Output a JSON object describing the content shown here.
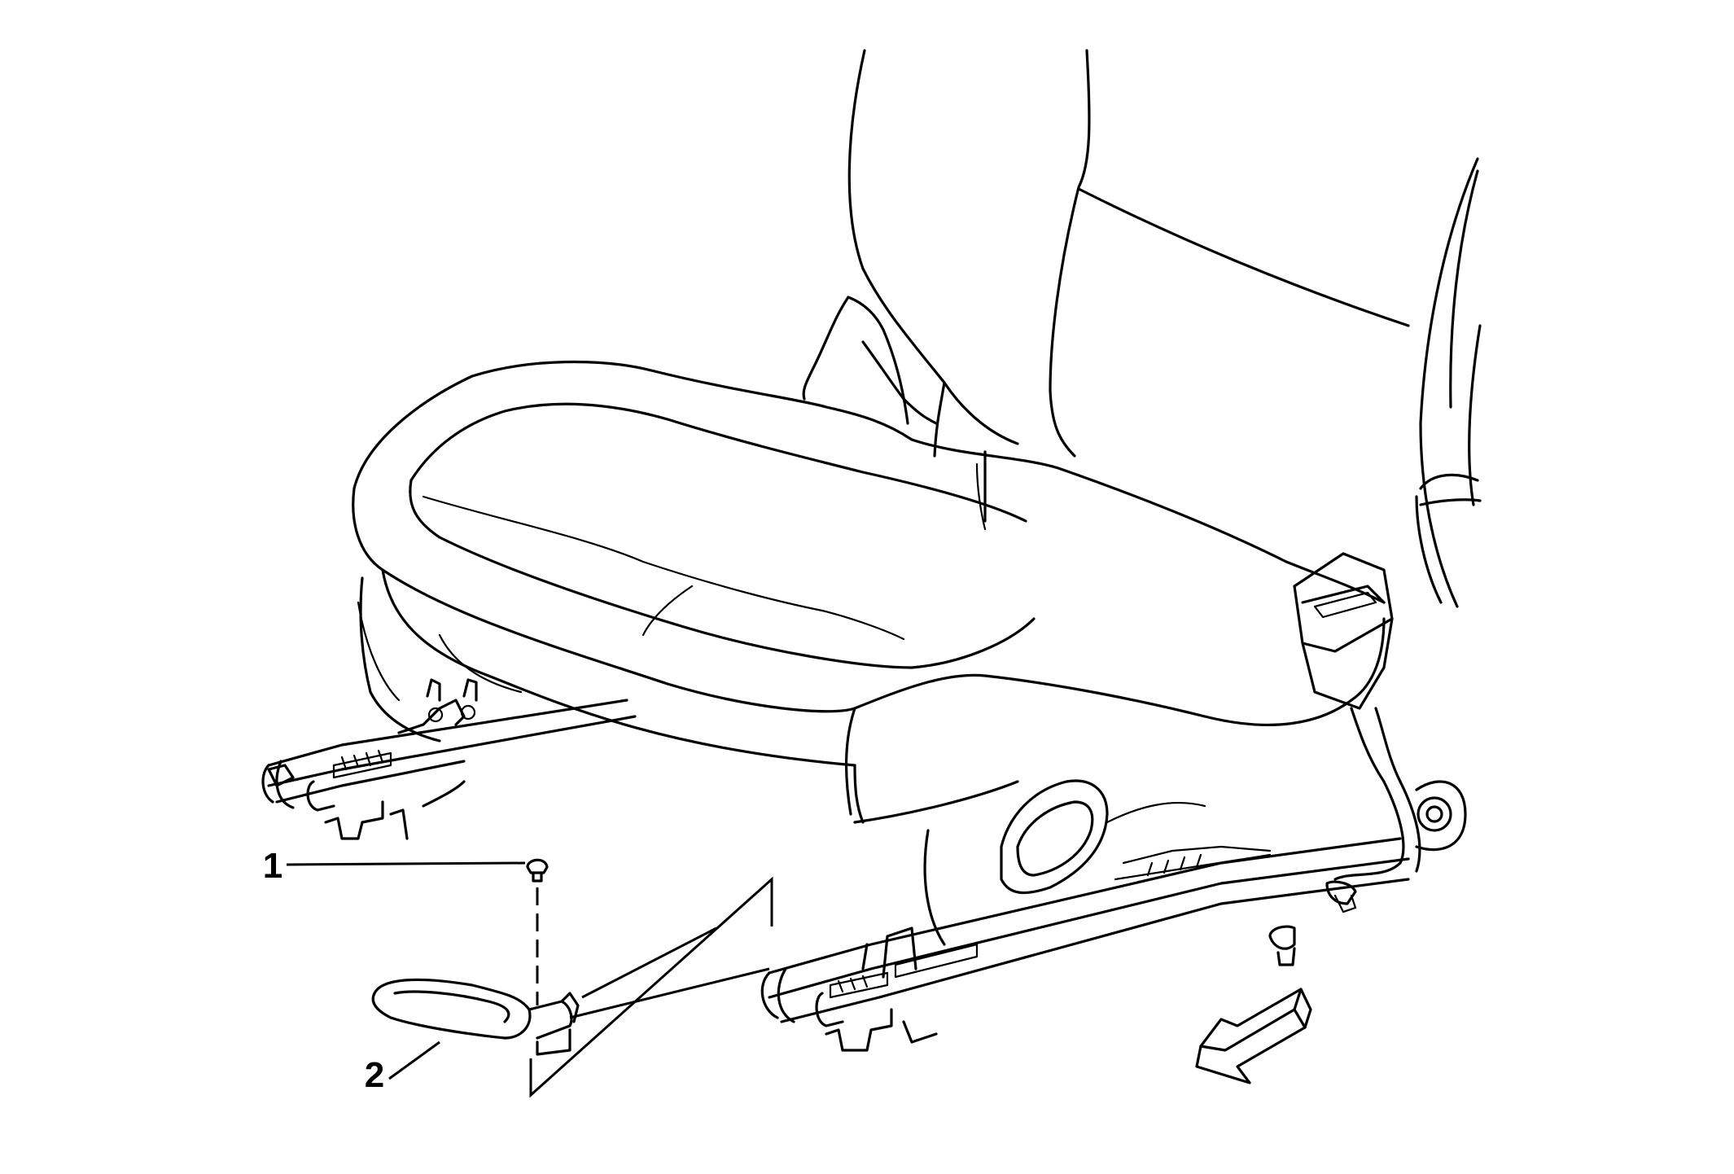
{
  "callouts": [
    {
      "id": "1",
      "label": "1",
      "part": "fastener-bolt"
    },
    {
      "id": "2",
      "label": "2",
      "part": "seat-adjuster-handle"
    }
  ],
  "icons": {
    "direction_arrow": "front-direction-arrow-icon"
  },
  "colors": {
    "line": "#000000",
    "background": "#ffffff"
  }
}
